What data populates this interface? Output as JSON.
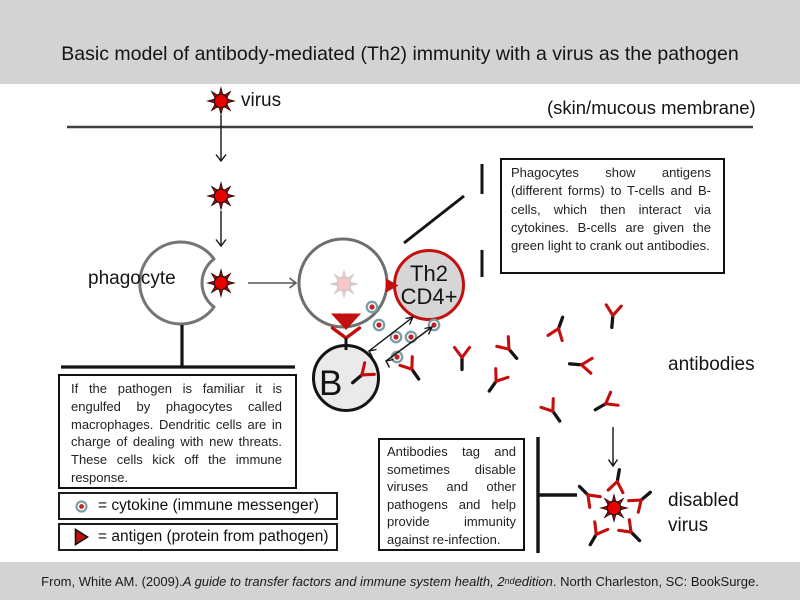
{
  "colors": {
    "bar_bg": "#d3d3d3",
    "canvas_bg": "#ffffff",
    "ink": "#141414",
    "red": "#c40f0f",
    "virus_red": "#e80000",
    "cell_gray": "#6e6e6e",
    "cytokine_ring": "#7d9ea6",
    "cytokine_center": "#c22222",
    "th2_fill": "#d6d6d6",
    "b_fill": "#eaeaea"
  },
  "header": {
    "title": "Basic model of antibody-mediated (Th2) immunity with a virus as the pathogen"
  },
  "diagram": {
    "virus_label": "virus",
    "membrane_label": "(skin/mucous membrane)",
    "phagocyte_label": "phagocyte",
    "th2_cell": {
      "line1": "Th2",
      "line2": "CD4+"
    },
    "b_cell_label": "B",
    "antibodies_label": "antibodies",
    "disabled_virus_label": {
      "line1": "disabled",
      "line2": "virus"
    },
    "info_boxes": {
      "phagocytes": "Phagocytes show antigens (different forms) to T-cells and B-cells, which then interact via cytokines. B-cells are given the green light to crank out antibodies.",
      "pathogen": "If the pathogen is familiar it is engulfed by phagocytes called macrophages. Dendritic cells are in charge of dealing with new threats. These cells kick off the immune response.",
      "antibodies": "Antibodies tag and sometimes disable viruses and other pathogens and help provide immunity against re-infection."
    },
    "legend": [
      {
        "icon": "cytokine-icon",
        "label": "= cytokine (immune messenger)"
      },
      {
        "icon": "antigen-icon",
        "label": "= antigen (protein from pathogen)"
      }
    ]
  },
  "footer": {
    "citation_prefix": "From, White AM. (2009). ",
    "citation_title": "A guide to transfer factors and immune system health, 2",
    "citation_superscript": "nd",
    "citation_title_end": " edition",
    "citation_suffix": ". North Charleston, SC: BookSurge."
  }
}
